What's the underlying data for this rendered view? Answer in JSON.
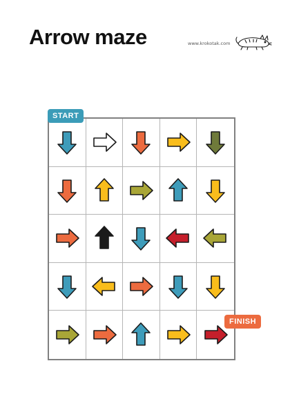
{
  "title": "Arrow maze",
  "site": "www.krokotak.com",
  "labels": {
    "start": "START",
    "finish": "FINISH"
  },
  "colors": {
    "teal": "#3e9cba",
    "white": "#ffffff",
    "orange": "#ec6b3f",
    "yellow": "#f9bd1c",
    "olive": "#a9a637",
    "darkolive": "#6f7a3a",
    "black": "#1a1a1a",
    "red": "#c51f2b",
    "outline": "#1a1a1a"
  },
  "grid": [
    [
      {
        "dir": "down",
        "color": "teal"
      },
      {
        "dir": "right",
        "color": "white"
      },
      {
        "dir": "down",
        "color": "orange"
      },
      {
        "dir": "right",
        "color": "yellow"
      },
      {
        "dir": "down",
        "color": "darkolive"
      }
    ],
    [
      {
        "dir": "down",
        "color": "orange"
      },
      {
        "dir": "up",
        "color": "yellow"
      },
      {
        "dir": "right",
        "color": "olive"
      },
      {
        "dir": "up",
        "color": "teal"
      },
      {
        "dir": "down",
        "color": "yellow"
      }
    ],
    [
      {
        "dir": "right",
        "color": "orange"
      },
      {
        "dir": "up",
        "color": "black"
      },
      {
        "dir": "down",
        "color": "teal"
      },
      {
        "dir": "left",
        "color": "red"
      },
      {
        "dir": "left",
        "color": "olive"
      }
    ],
    [
      {
        "dir": "down",
        "color": "teal"
      },
      {
        "dir": "left",
        "color": "yellow"
      },
      {
        "dir": "right",
        "color": "orange"
      },
      {
        "dir": "down",
        "color": "teal"
      },
      {
        "dir": "down",
        "color": "yellow"
      }
    ],
    [
      {
        "dir": "right",
        "color": "olive"
      },
      {
        "dir": "right",
        "color": "orange"
      },
      {
        "dir": "up",
        "color": "teal"
      },
      {
        "dir": "right",
        "color": "yellow"
      },
      {
        "dir": "right",
        "color": "red"
      }
    ]
  ]
}
